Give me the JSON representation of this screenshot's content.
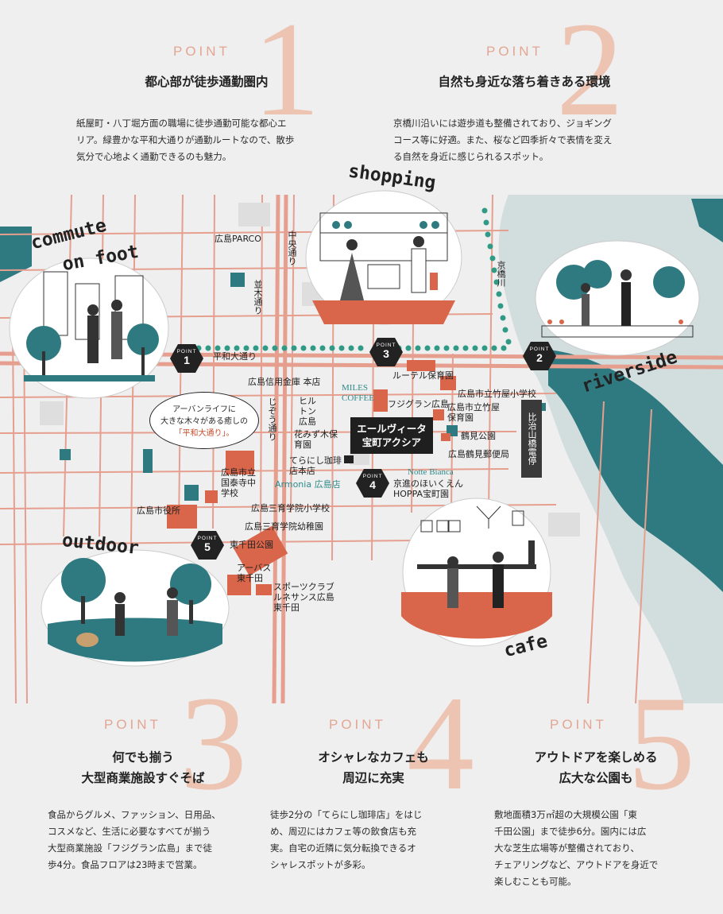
{
  "points_top": [
    {
      "label": "POINT",
      "num": "1",
      "title": "都心部が徒歩通勤圏内",
      "body": [
        "紙屋町・八丁堀方面の職場に徒歩通勤可能な都心エ",
        "リア。緑豊かな平和大通りが通勤ルートなので、散歩",
        "気分で心地よく通勤できるのも魅力。"
      ]
    },
    {
      "label": "POINT",
      "num": "2",
      "title": "自然も身近な落ち着きある環境",
      "body": [
        "京橋川沿いには遊歩道も整備されており、ジョギング",
        "コース等に好適。また、桜など四季折々で表情を変え",
        "る自然を身近に感じられるスポット。"
      ]
    }
  ],
  "points_bottom": [
    {
      "label": "POINT",
      "num": "3",
      "title": [
        "何でも揃う",
        "大型商業施設すぐそば"
      ],
      "body": [
        "食品からグルメ、ファッション、日用品、",
        "コスメなど、生活に必要なすべてが揃う",
        "大型商業施設「フジグラン広島」まで徒",
        "歩4分。食品フロアは23時まで営業。"
      ]
    },
    {
      "label": "POINT",
      "num": "4",
      "title": [
        "オシャレなカフェも",
        "周辺に充実"
      ],
      "body": [
        "徒歩2分の「てらにし珈琲店」をはじ",
        "め、周辺にはカフェ等の飲食店も充",
        "実。自宅の近隣に気分転換できるオ",
        "シャレスポットが多彩。"
      ]
    },
    {
      "label": "POINT",
      "num": "5",
      "title": [
        "アウトドアを楽しめる",
        "広大な公園も"
      ],
      "body": [
        "敷地面積3万㎡超の大規模公園「東",
        "千田公園」まで徒歩6分。園内には広",
        "大な芝生広場等が整備されており、",
        "チェアリングなど、アウトドアを身近で",
        "楽しむことも可能。"
      ]
    }
  ],
  "map": {
    "tags": {
      "shopping": "shopping",
      "commute1": "commute",
      "commute2": "on foot",
      "riverside": "riverside",
      "outdoor": "outdoor",
      "cafe": "cafe"
    },
    "markers": [
      {
        "small": "POINT",
        "num": "1"
      },
      {
        "small": "POINT",
        "num": "2"
      },
      {
        "small": "POINT",
        "num": "3"
      },
      {
        "small": "POINT",
        "num": "4"
      },
      {
        "small": "POINT",
        "num": "5"
      }
    ],
    "bubble": {
      "line1": "アーバンライフに",
      "line2": "大きな木々がある癒しの",
      "line3": "「平和大通り」。"
    },
    "destination": {
      "line1": "エールヴィータ",
      "line2": "宝町アクシア"
    },
    "stop": "比治山橋電停",
    "labels": {
      "parco": "広島PARCO",
      "chuo": "中央通り",
      "namiki": "並木通り",
      "heiwa": "平和大通り",
      "kyobashi": "京橋川",
      "shinkin": "広島信用金庫 本店",
      "lutheran": "ルーテル保育園",
      "hilton": "ヒルトン広島",
      "miles": "MILES COFFEE",
      "fujigran": "フジグラン広島",
      "takeya_e": "広島市立竹屋小学校",
      "takeya_n": "広島市立竹屋保育園",
      "tsurumi": "鶴見公園",
      "hanamizuki": "花みず木保育園",
      "jizo": "じぞう通り",
      "yubin": "広島鶴見郵便局",
      "teranishi": "てらにし珈琲店本店",
      "kokutaiji": "広島市立国泰寺中学校",
      "armonia": "Armonia 広島店",
      "notte": "Notte Bianca",
      "kyoshin": "京進のほいくえん",
      "hoppa": "HOPPA宝町園",
      "shiyakusho": "広島市役所",
      "sanikus": "広島三育学院小学校",
      "sanikuy": "広島三育学院幼稚園",
      "higashisenda": "東千田公園",
      "urbans": "アーバス東千田",
      "sports": "スポーツクラブルネサンス広島東千田"
    }
  },
  "colors": {
    "accent_bignum": "#edc3b2",
    "road": "#e69f8e",
    "teal": "#2f7a80",
    "river": "#2f7a80",
    "building": "#d9654a",
    "green": "#2f9b86"
  }
}
